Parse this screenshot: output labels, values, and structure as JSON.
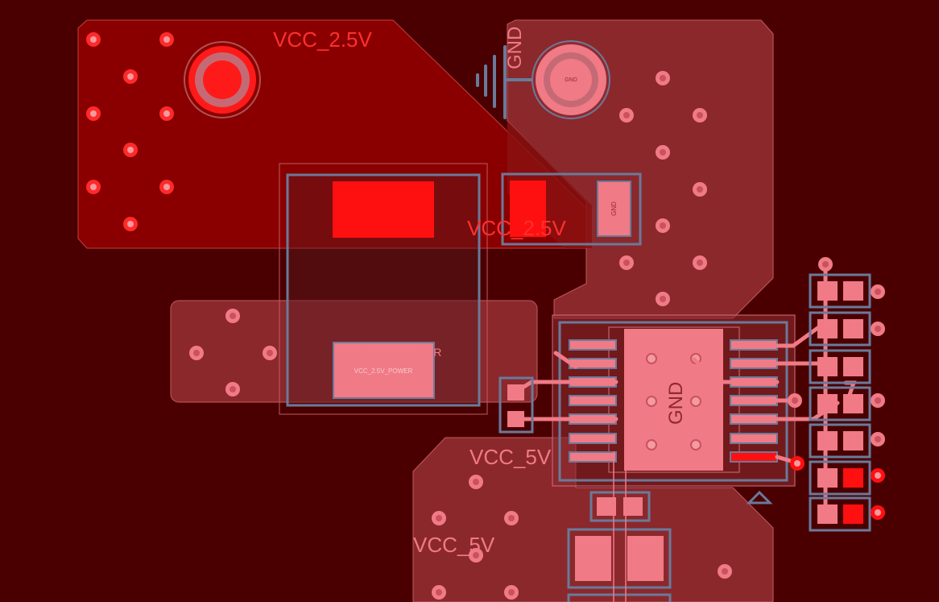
{
  "net_labels": {
    "vcc_2_5v_top": "VCC_2.5V",
    "vcc_2_5v_middle": "VCC_2.5V",
    "vcc_5v_upper": "VCC_5V",
    "vcc_5v_lower": "VCC_5V",
    "gnd_top": "GND",
    "gnd_ic": "GND",
    "gnd_mount_hole": "GND",
    "gnd_small_pad": "GND",
    "regulator_net": "VCC_2.5V_POWER",
    "regulator_pad": "VCC_2.5V_POWER"
  },
  "colors": {
    "background": "#4a0000",
    "vcc_2_5v_copper": "#8a0000",
    "gnd_copper": "#8e2a2e",
    "vcc_5v_copper": "#8e2a2e",
    "pad": "#f07a86",
    "bright_pad": "#ff1010",
    "outline": "#6a7a9a"
  },
  "icons": {
    "ground_symbol": "ground-icon",
    "via": "via-icon",
    "mounting_hole": "mounting-hole-icon"
  }
}
